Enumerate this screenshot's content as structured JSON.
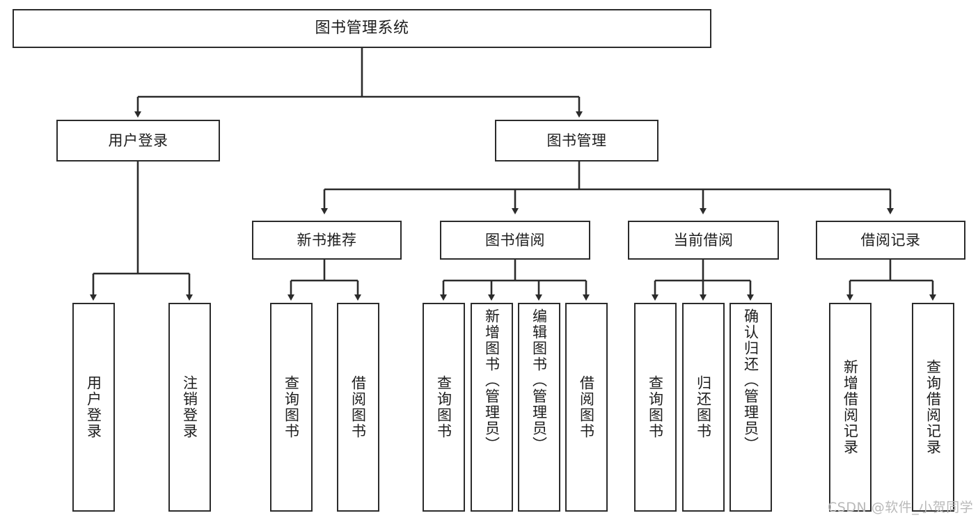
{
  "diagram": {
    "title": "图书管理系统",
    "type": "hierarchy-tree",
    "levels": 4,
    "root": {
      "label": "图书管理系统",
      "children": [
        {
          "label": "用户登录",
          "children": [
            {
              "label": "用户登录"
            },
            {
              "label": "注销登录"
            }
          ]
        },
        {
          "label": "图书管理",
          "children": [
            {
              "label": "新书推荐",
              "children": [
                {
                  "label": "查询图书"
                },
                {
                  "label": "借阅图书"
                }
              ]
            },
            {
              "label": "图书借阅",
              "children": [
                {
                  "label": "查询图书"
                },
                {
                  "label": "新增图书（管理员）"
                },
                {
                  "label": "编辑图书（管理员）"
                },
                {
                  "label": "借阅图书"
                }
              ]
            },
            {
              "label": "当前借阅",
              "children": [
                {
                  "label": "查询图书"
                },
                {
                  "label": "归还图书"
                },
                {
                  "label": "确认归还（管理员）"
                }
              ]
            },
            {
              "label": "借阅记录",
              "children": [
                {
                  "label": "新增借阅记录"
                },
                {
                  "label": "查询借阅记录"
                }
              ]
            }
          ]
        }
      ]
    },
    "nodes": {
      "root": "图书管理系统",
      "l2_user_login": "用户登录",
      "l2_book_mgmt": "图书管理",
      "l3_new_book": "新书推荐",
      "l3_borrow": "图书借阅",
      "l3_current": "当前借阅",
      "l3_records": "借阅记录",
      "leaf_user_login": "用户登录",
      "leaf_logout": "注销登录",
      "leaf_nb_query": "查询图书",
      "leaf_nb_borrow": "借阅图书",
      "leaf_bb_query": "查询图书",
      "leaf_bb_add": "新增图书（管理员）",
      "leaf_bb_edit": "编辑图书（管理员）",
      "leaf_bb_borrow": "借阅图书",
      "leaf_cb_query": "查询图书",
      "leaf_cb_return": "归还图书",
      "leaf_cb_confirm": "确认归还（管理员）",
      "leaf_rec_add": "新增借阅记录",
      "leaf_rec_query": "查询借阅记录"
    },
    "colors": {
      "stroke": "#2b2b2b",
      "fill": "#ffffff",
      "text": "#1d1d1d",
      "watermark": "#b9b9b9"
    }
  },
  "watermark": {
    "text": "CSDN @软件_小贺同学"
  }
}
